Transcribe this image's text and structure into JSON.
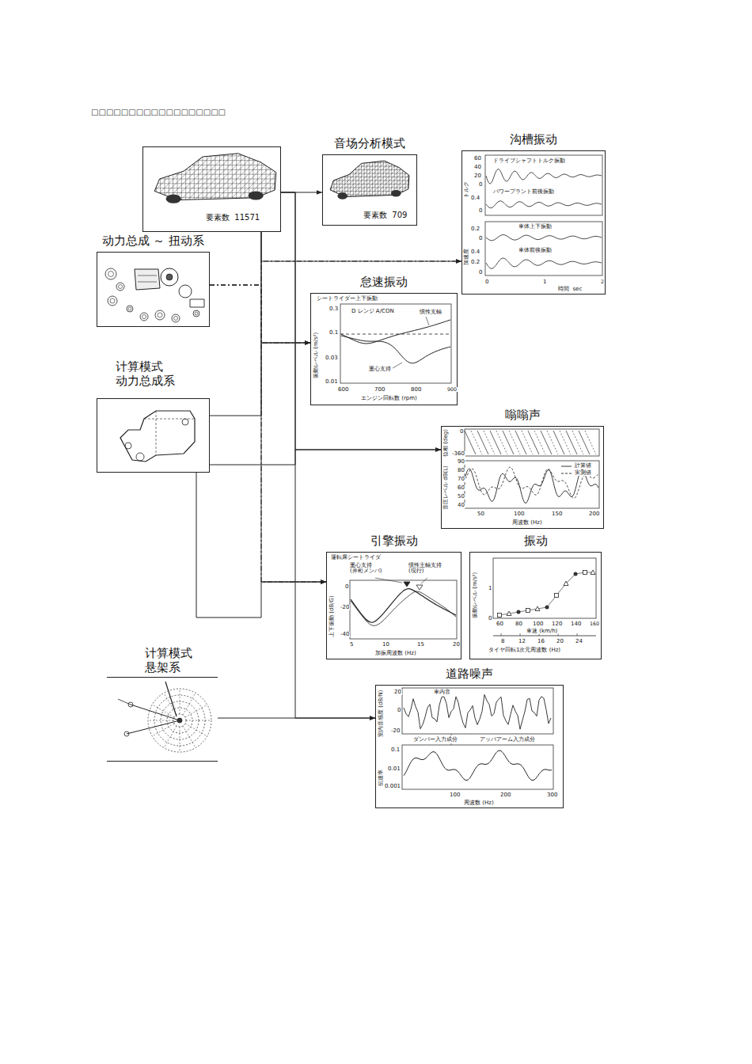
{
  "diagram": {
    "title": "□□□□□□□□□□□□□□□□□□",
    "nodes": [
      {
        "text": [
          "要素数  11571"
        ]
      },
      {
        "text": [
          "音场分析模式",
          "要素数  709"
        ]
      },
      {
        "text": [
          "沟槽振动",
          "ドライブシャフトトルク振動",
          "パワープラント前後振動",
          "車体上下振動",
          "車体前後振動",
          "60",
          "40",
          "20",
          "0",
          "0.4",
          "0",
          "0.2",
          "0",
          "0.4",
          "0.2",
          "0",
          "0",
          "1",
          "2",
          "時間  sec",
          "トルク",
          "加速度"
        ]
      },
      {
        "text": [
          "动力总成 ～ 扭动系"
        ]
      },
      {
        "text": [
          "怠速振动",
          "シートライダー上下振動",
          "D レンジ A/CON",
          "慣性支軸",
          "重心支持",
          "0.3",
          "0.1",
          "0.03",
          "0.01",
          "600",
          "700",
          "800",
          "900",
          "エンジン回転数 (rpm)",
          "振動レベル (m/s²)"
        ]
      },
      {
        "text": [
          "计算模式 动力总成系"
        ]
      },
      {
        "text": [
          "嗡嗡声",
          "0",
          "-360",
          "90",
          "80",
          "70",
          "60",
          "50",
          "40",
          "50",
          "100",
          "150",
          "200",
          "周波数 (Hz)",
          "位相 (deg)",
          "音圧レベル dB(L)"
        ]
      },
      {
        "text": [
          "引擎振动",
          "運転席シートライダ",
          "重心支持 (井桁メンバ)",
          "慣性主軸支持 (現行)",
          "0",
          "-20",
          "-40",
          "5",
          "10",
          "15",
          "20",
          "加振周波数 (Hz)",
          "上下振動 (dB/G)"
        ]
      },
      {
        "text": [
          "振动",
          "0",
          "1",
          "60",
          "80",
          "100",
          "120",
          "140",
          "160",
          "車速 (km/h)",
          "8",
          "12",
          "16",
          "20",
          "24",
          "タイヤ回転1次元周波数 (Hz)",
          "振動レベル (m/s²)"
        ]
      },
      {
        "text": [
          "计算模式 悬架系"
        ]
      },
      {
        "text": [
          "道路噪声",
          "車内音",
          "20",
          "0",
          "-20",
          "ダンパー入力成分",
          "アッパアーム入力成分",
          "0.1",
          "0.01",
          "0.001",
          "100",
          "200",
          "300",
          "周波数 (Hz)",
          "室内音感度 (dB/N)",
          "伝達率"
        ]
      }
    ],
    "edges": [
      {
        "from": 0,
        "to": 1,
        "arrow": "to"
      },
      {
        "from": 0,
        "to": 2,
        "arrow": "to"
      },
      {
        "from": 0,
        "to": 4,
        "arrow": "to"
      },
      {
        "from": 0,
        "to": 7,
        "arrow": "to"
      },
      {
        "from": 0,
        "to": 6,
        "arrow": "to"
      },
      {
        "from": 0,
        "to": 10,
        "arrow": "to"
      },
      {
        "from": 3,
        "to": 2,
        "arrow": "to"
      },
      {
        "from": 3,
        "to": 4,
        "arrow": "to"
      },
      {
        "from": 3,
        "to": 7,
        "arrow": "to"
      },
      {
        "from": 5,
        "to": 4,
        "arrow": "to"
      },
      {
        "from": 5,
        "to": 6,
        "arrow": "to"
      },
      {
        "from": 5,
        "to": 7,
        "arrow": "to"
      },
      {
        "from": 9,
        "to": 10,
        "arrow": "to"
      }
    ],
    "legend": [
      {
        "text": "計算値"
      },
      {
        "text": "実測値"
      }
    ]
  }
}
